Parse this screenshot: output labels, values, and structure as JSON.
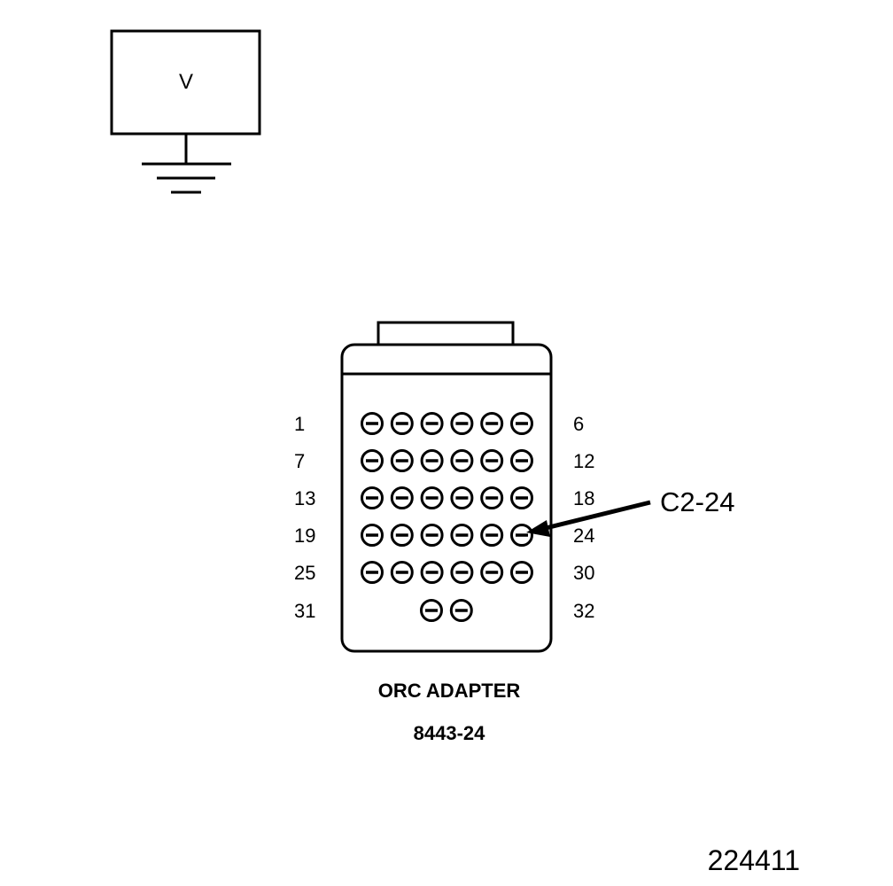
{
  "meter": {
    "label": "V"
  },
  "connector": {
    "row_labels_left": [
      "1",
      "7",
      "13",
      "19",
      "25",
      "31"
    ],
    "row_labels_right": [
      "6",
      "12",
      "18",
      "24",
      "30",
      "32"
    ],
    "rows": [
      6,
      6,
      6,
      6,
      6,
      2
    ]
  },
  "callout": {
    "label": "C2-24"
  },
  "adapter": {
    "name": "ORC ADAPTER",
    "part_number": "8443-24"
  },
  "figure_id": "224411"
}
